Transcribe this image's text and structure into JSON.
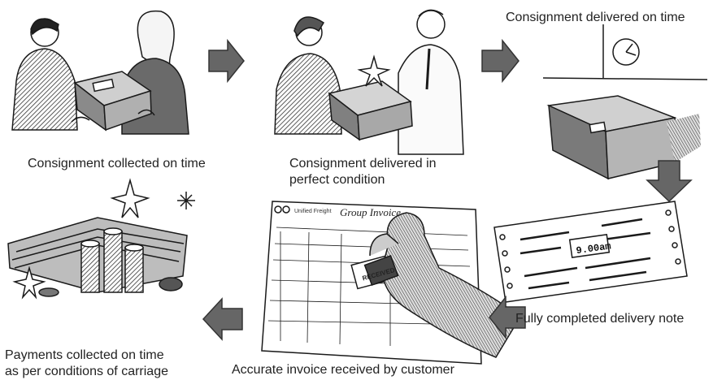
{
  "steps": [
    {
      "id": "collected",
      "caption": "Consignment collected on time"
    },
    {
      "id": "perfect",
      "caption": "Consignment delivered in\nperfect condition"
    },
    {
      "id": "ontime",
      "caption": "Consignment delivered on time"
    },
    {
      "id": "deliverynote",
      "caption": "Fully completed delivery note"
    },
    {
      "id": "invoice",
      "caption": "Accurate invoice received by customer"
    },
    {
      "id": "payments",
      "caption": "Payments collected on time\nas per conditions of carriage"
    }
  ],
  "invoice_doc": {
    "company": "Unified Freight",
    "heading": "Group Invoice",
    "stamp": "RECEIVED"
  },
  "delivery_note": {
    "time": "9.00am"
  },
  "colors": {
    "arrow_fill": "#666666",
    "arrow_stroke": "#333333",
    "ink": "#1a1a1a",
    "shade": "#5a5a5a"
  }
}
